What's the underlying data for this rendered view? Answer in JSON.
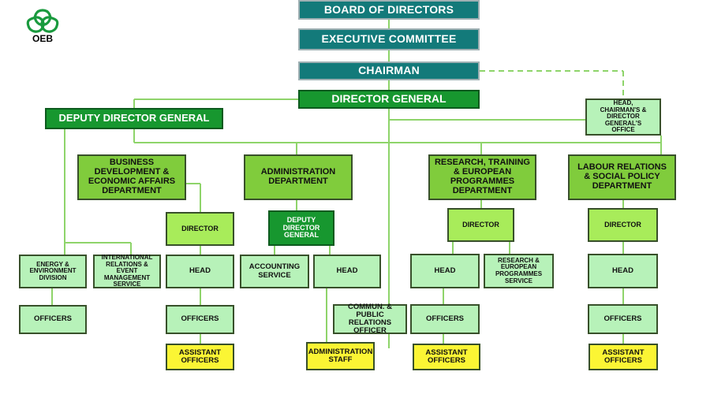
{
  "logo": {
    "label": "OEB",
    "color": "#1a9a3e"
  },
  "colors": {
    "teal": "#137a7a",
    "dark_green": "#17972f",
    "medium_green": "#80cc3c",
    "light_green": "#a8ec5a",
    "pale_green": "#b7f2b9",
    "yellow": "#fbf534",
    "connector": "#8ed46a"
  },
  "nodes": {
    "board": "BOARD OF DIRECTORS",
    "executive": "EXECUTIVE COMMITTEE",
    "chairman": "CHAIRMAN",
    "director_general": "DIRECTOR GENERAL",
    "deputy_dg": "DEPUTY DIRECTOR GENERAL",
    "head_office": "HEAD,\nCHAIRMAN'S &\nDIRECTOR GENERAL'S\nOFFICE",
    "dept_business": "BUSINESS\nDEVELOPMENT &\nECONOMIC AFFAIRS\nDEPARTMENT",
    "dept_admin": "ADMINISTRATION\nDEPARTMENT",
    "dept_research": "RESEARCH, TRAINING\n& EUROPEAN\nPROGRAMMES\nDEPARTMENT",
    "dept_labour": "LABOUR RELATIONS\n& SOCIAL POLICY\nDEPARTMENT",
    "director_business": "DIRECTOR",
    "deputy_dg_admin": "DEPUTY\nDIRECTOR\nGENERAL",
    "director_research": "DIRECTOR",
    "director_labour": "DIRECTOR",
    "energy_div": "ENERGY &\nENVIRONMENT\nDIVISION",
    "intl_relations": "INTERNATIONAL\nRELATIONS & EVENT\nMANAGEMENT\nSERVICE",
    "head_business": "HEAD",
    "accounting": "ACCOUNTING\nSERVICE",
    "head_admin": "HEAD",
    "head_research": "HEAD",
    "research_programmes": "RESEARCH &\nEUROPEAN\nPROGRAMMES\nSERVICE",
    "head_labour": "HEAD",
    "officers_energy": "OFFICERS",
    "officers_business": "OFFICERS",
    "commun_officer": "COMMUN. & PUBLIC\nRELATIONS\nOFFICER",
    "officers_research": "OFFICERS",
    "officers_labour": "OFFICERS",
    "assistant_business": "ASSISTANT\nOFFICERS",
    "admin_staff": "ADMINISTRATION\nSTAFF",
    "assistant_research": "ASSISTANT\nOFFICERS",
    "assistant_labour": "ASSISTANT\nOFFICERS"
  }
}
